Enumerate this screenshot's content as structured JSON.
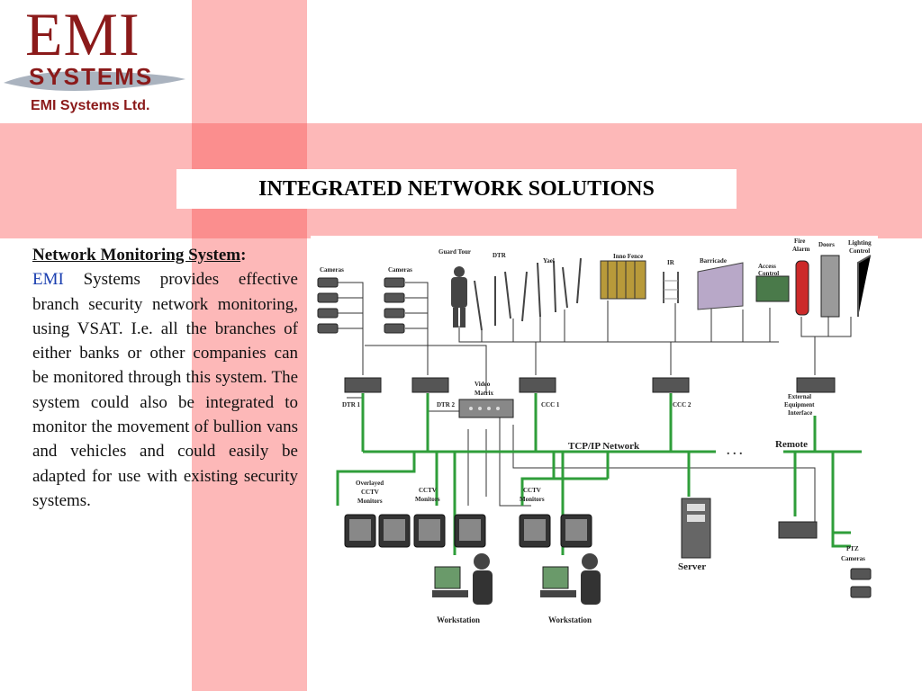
{
  "logo": {
    "brand": "EMI",
    "wordmark": "SYSTEMS",
    "company": "EMI Systems Ltd."
  },
  "title": "INTEGRATED NETWORK SOLUTIONS",
  "body": {
    "heading": "Network Monitoring System",
    "heading_suffix": ":",
    "brand": "EMI",
    "text": " Systems provides effective branch security network monitoring, using VSAT. I.e. all the branches of either banks or other companies can be monitored through this system. The system could also be integrated to monitor the movement of bullion vans and vehicles and could easily be adapted for use with existing security systems."
  },
  "diagram": {
    "labels": {
      "cameras_left": "Cameras",
      "cameras_mid": "Cameras",
      "guard_tour": "Guard Tour",
      "dtr": "DTR",
      "yael": "Yael",
      "inno_fence": "Inno Fence",
      "ir": "IR",
      "barricade": "Barricade",
      "access_control_1": "Access",
      "access_control_2": "Control",
      "fire_alarm_1": "Fire",
      "fire_alarm_2": "Alarm",
      "doors": "Doors",
      "lighting_control_1": "Lighting",
      "lighting_control_2": "Control",
      "dtr1": "DTR 1",
      "dtr2": "DTR 2",
      "video_matrix_1": "Video",
      "video_matrix_2": "Matrix",
      "ccc1": "CCC 1",
      "ccc2": "CCC 2",
      "ext_equip_1": "External",
      "ext_equip_2": "Equipment",
      "ext_equip_3": "Interface",
      "tcpip": "TCP/IP Network",
      "remote": "Remote",
      "overlayed_1": "Overlayed",
      "overlayed_2": "CCTV",
      "overlayed_3": "Monitors",
      "cctv_mon_1": "CCTV",
      "cctv_mon_2": "Monitors",
      "cctv_mon_b1": "CCTV",
      "cctv_mon_b2": "Monitors",
      "server": "Server",
      "ptz_1": "PTZ",
      "ptz_2": "Cameras",
      "workstation_1": "Workstation",
      "workstation_2": "Workstation"
    },
    "colors": {
      "network": "#2f9e3a",
      "line": "#333333",
      "device": "#555555"
    }
  },
  "colors": {
    "band": "#fdb8b8",
    "band_cross": "#fb8e8e",
    "brand_red": "#8b1a1a",
    "emi_blue": "#1a3fb0"
  }
}
